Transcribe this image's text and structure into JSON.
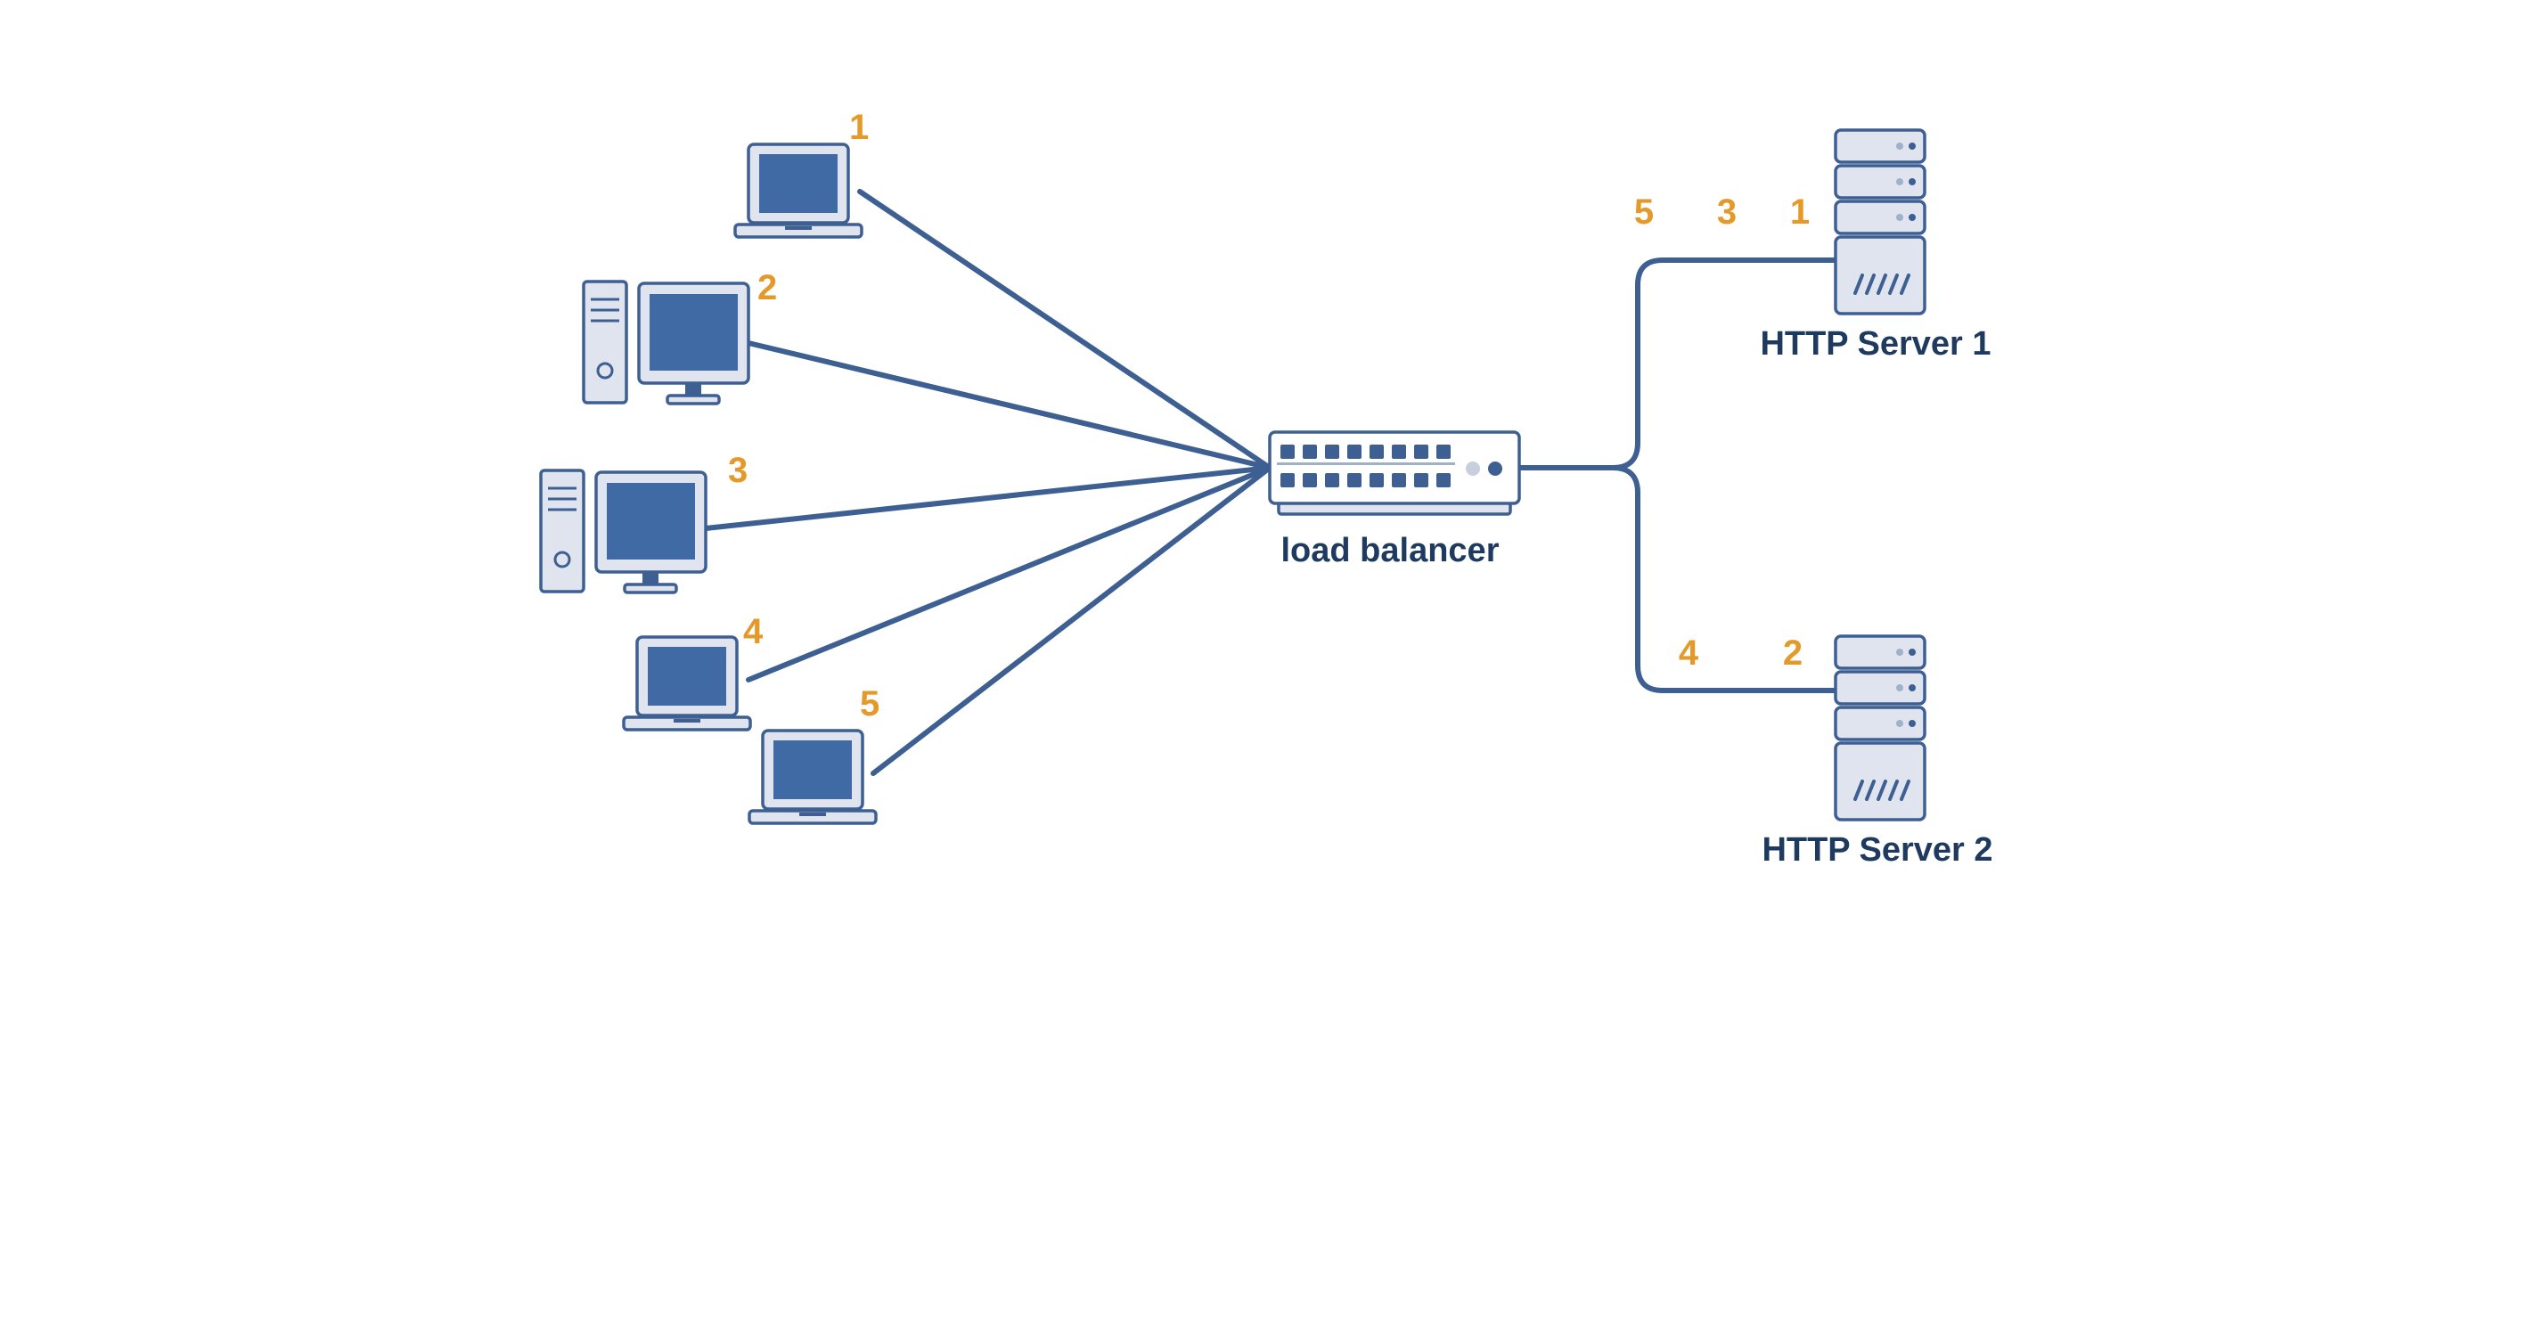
{
  "load_balancer": {
    "label": "load balancer"
  },
  "clients": [
    {
      "type": "laptop",
      "request": "1"
    },
    {
      "type": "desktop",
      "request": "2"
    },
    {
      "type": "desktop",
      "request": "3"
    },
    {
      "type": "laptop",
      "request": "4"
    },
    {
      "type": "laptop",
      "request": "5"
    }
  ],
  "servers": [
    {
      "label": "HTTP Server 1",
      "requests": [
        "5",
        "3",
        "1"
      ]
    },
    {
      "label": "HTTP Server 2",
      "requests": [
        "4",
        "2"
      ]
    }
  ],
  "colors": {
    "line": "#3d5f92",
    "device_fill": "#dfe4ee",
    "screen": "#3f6aa3",
    "request_number": "#e49a2a",
    "label_text": "#1f3a5f"
  }
}
